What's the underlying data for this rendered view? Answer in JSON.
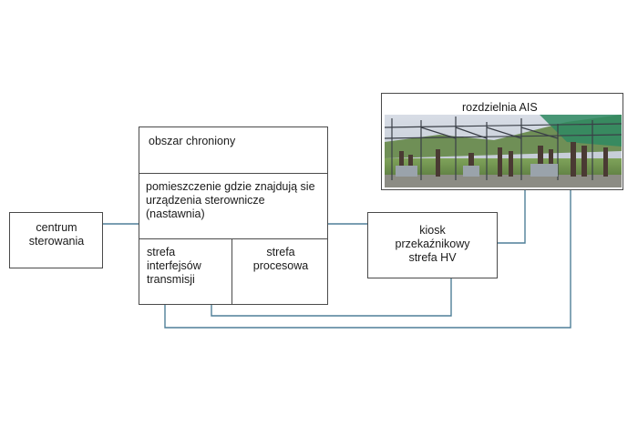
{
  "boxes": {
    "control_center": "centrum sterowania",
    "protected_area": "obszar chroniony",
    "control_room": "pomieszczenie gdzie znajdują sie urządzenia sterownicze (nastawnia)",
    "interface_zone": "strefa interfejsów transmisji",
    "process_zone": "strefa procesowa",
    "relay_kiosk": "kiosk przekaźnikowy strefa HV",
    "ais_switchgear": "rozdzielnia AIS"
  },
  "colors": {
    "box_border": "#4a4a4a",
    "wire": "#4f7f98",
    "background": "#ffffff"
  },
  "photo_subject": "outdoor-substation-photo"
}
